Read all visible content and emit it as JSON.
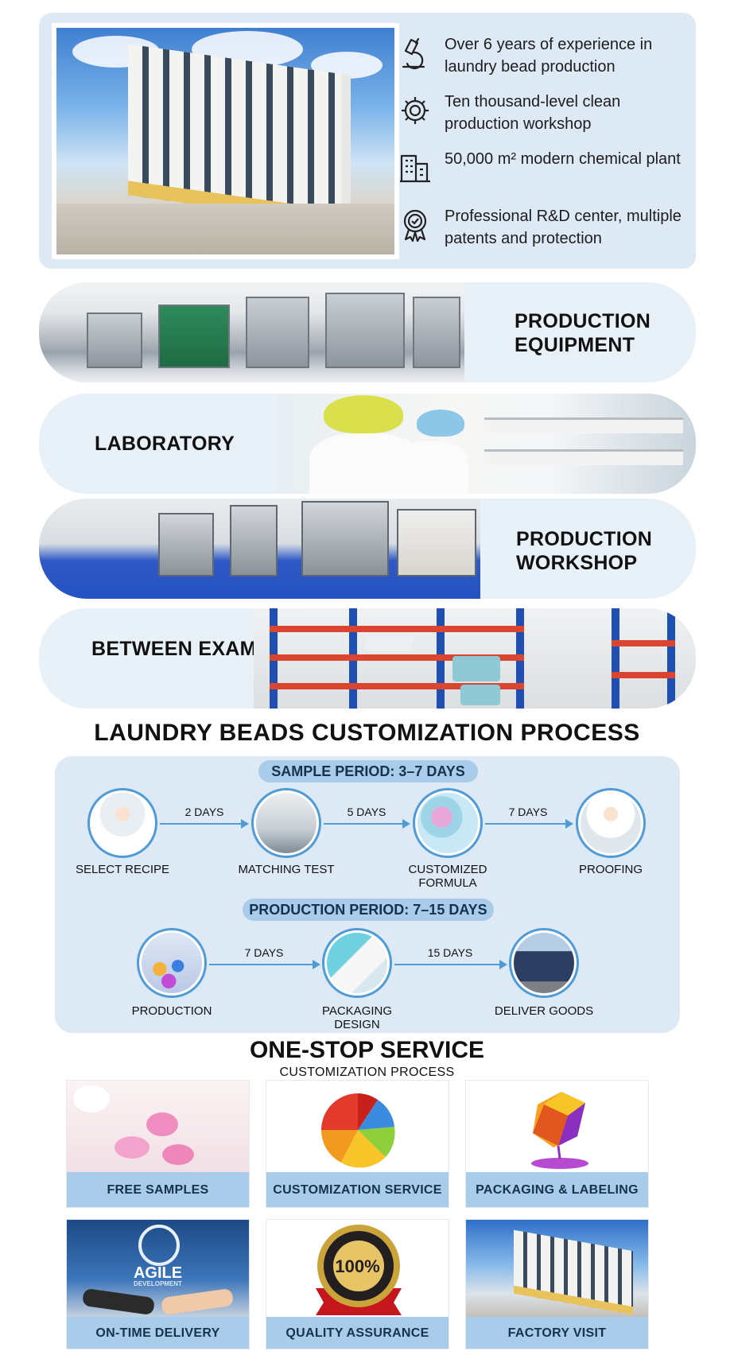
{
  "company": {
    "features": [
      {
        "icon": "microscope-icon",
        "text": "Over 6 years of experience in laundry bead production"
      },
      {
        "icon": "gear-icon",
        "text": "Ten thousand-level clean production workshop"
      },
      {
        "icon": "building-icon",
        "text": "50,000 m² modern chemical plant"
      },
      {
        "icon": "award-badge-icon",
        "text": "Professional R&D center, multiple patents and protection"
      }
    ]
  },
  "categories": {
    "equipment": "PRODUCTION EQUIPMENT",
    "laboratory": "LABORATORY",
    "workshop": "PRODUCTION WORKSHOP",
    "warehouse": "BETWEEN EXAMPLE"
  },
  "process": {
    "title": "LAUNDRY BEADS CUSTOMIZATION PROCESS",
    "sample_period": "SAMPLE PERIOD: 3–7 DAYS",
    "sample_steps": [
      "SELECT RECIPE",
      "MATCHING TEST",
      "CUSTOMIZED FORMULA",
      "PROOFING"
    ],
    "sample_durations": [
      "2 DAYS",
      "5 DAYS",
      "7 DAYS"
    ],
    "production_period": "PRODUCTION PERIOD: 7–15 DAYS",
    "production_steps": [
      "PRODUCTION",
      "PACKAGING DESIGN",
      "DELIVER GOODS"
    ],
    "production_durations": [
      "7 DAYS",
      "15 DAYS"
    ]
  },
  "service": {
    "title": "ONE-STOP SERVICE",
    "subtitle": "CUSTOMIZATION PROCESS",
    "cards": [
      "FREE SAMPLES",
      "CUSTOMIZATION SERVICE",
      "PACKAGING & LABELING",
      "ON-TIME DELIVERY",
      "QUALITY ASSURANCE",
      "FACTORY VISIT"
    ],
    "agile_logo_text": "AGILE",
    "agile_logo_sub": "DEVELOPMENT",
    "seal_text": "100%"
  },
  "colors": {
    "panel": "#dde9f5",
    "accent": "#4f9bd6",
    "label_bar": "#a9ccea"
  }
}
